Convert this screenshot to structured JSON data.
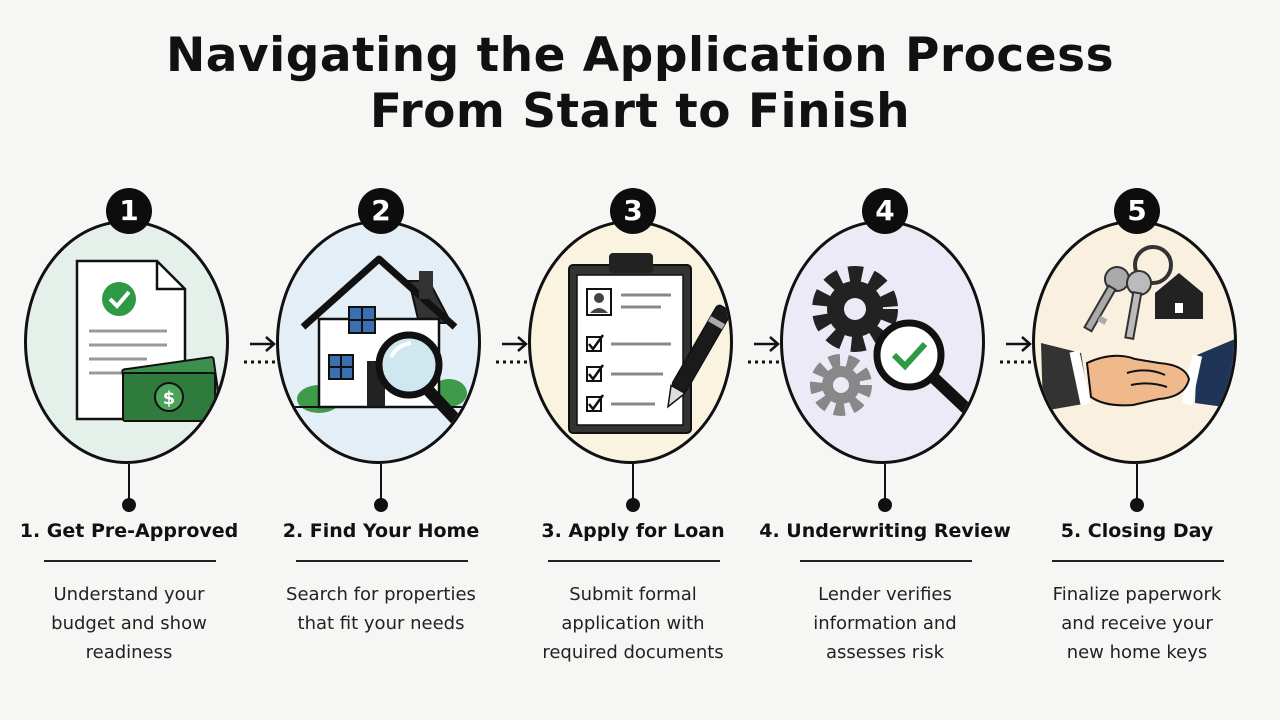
{
  "title": {
    "line1": "Navigating the Application Process",
    "line2": "From Start to Finish"
  },
  "steps": [
    {
      "number": "1",
      "label": "1. Get Pre-Approved",
      "description": [
        "Understand your",
        "budget and show",
        "readiness"
      ],
      "icon": "document-checkmark-money-icon",
      "bg": "#e6f0ea"
    },
    {
      "number": "2",
      "label": "2. Find Your Home",
      "description": [
        "Search for properties",
        "that fit your needs"
      ],
      "icon": "house-magnifier-icon",
      "bg": "#e4eef7"
    },
    {
      "number": "3",
      "label": "3. Apply for Loan",
      "description": [
        "Submit formal",
        "application with",
        "required documents"
      ],
      "icon": "clipboard-pen-icon",
      "bg": "#faf3df"
    },
    {
      "number": "4",
      "label": "4. Underwriting Review",
      "description": [
        "Lender verifies",
        "information and",
        "assesses risk"
      ],
      "icon": "gears-magnifier-check-icon",
      "bg": "#eceaf6"
    },
    {
      "number": "5",
      "label": "5. Closing Day",
      "description": [
        "Finalize paperwork",
        "and receive your",
        "new home keys"
      ],
      "icon": "keys-handshake-icon",
      "bg": "#faf0df"
    }
  ]
}
